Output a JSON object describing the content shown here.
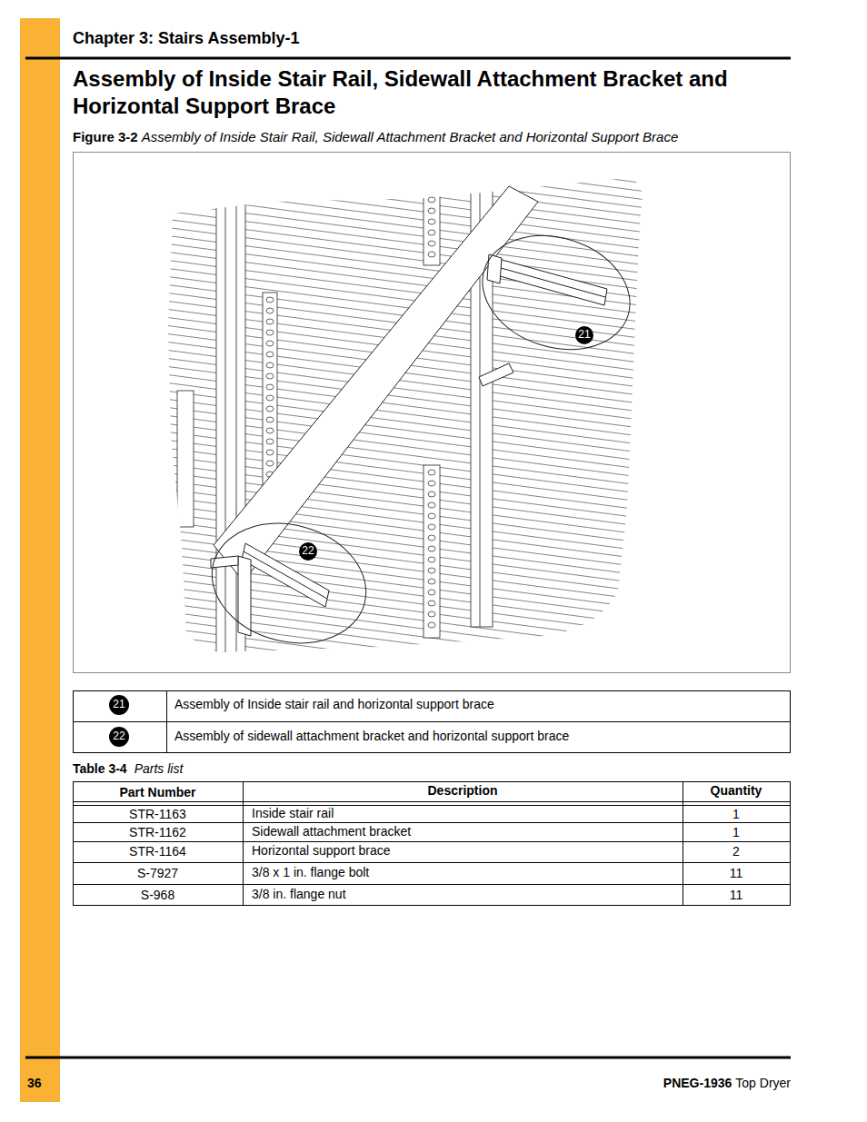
{
  "diagram": {
    "title": "Assembly of Inside Stair Rail, Sidewall Attachment Bracket and Horizontal Support Brace",
    "caption": "Assembly of Inside Stair Rail, Sidewall Attachment Bracket and Horizontal Support Brace",
    "labels": [
      "Chapter 3: Stairs Assembly-1",
      "Figure 3-2",
      "21",
      "22",
      "21",
      "Assembly of Inside stair rail and horizontal support brace",
      "22",
      "Assembly of sidewall attachment bracket and horizontal support brace",
      "Table 3-4",
      "Parts list",
      "Part Number",
      "Description",
      "Quantity",
      "STR-1163",
      "Inside stair rail",
      "1",
      "STR-1162",
      "Sidewall attachment bracket",
      "1",
      "STR-1164",
      "Horizontal support brace",
      "2",
      "S-7927",
      "3/8 x 1 in. flange bolt",
      "11",
      "S-968",
      "3/8 in. flange nut",
      "11",
      "36",
      "PNEG-1936",
      "Top Dryer"
    ]
  }
}
